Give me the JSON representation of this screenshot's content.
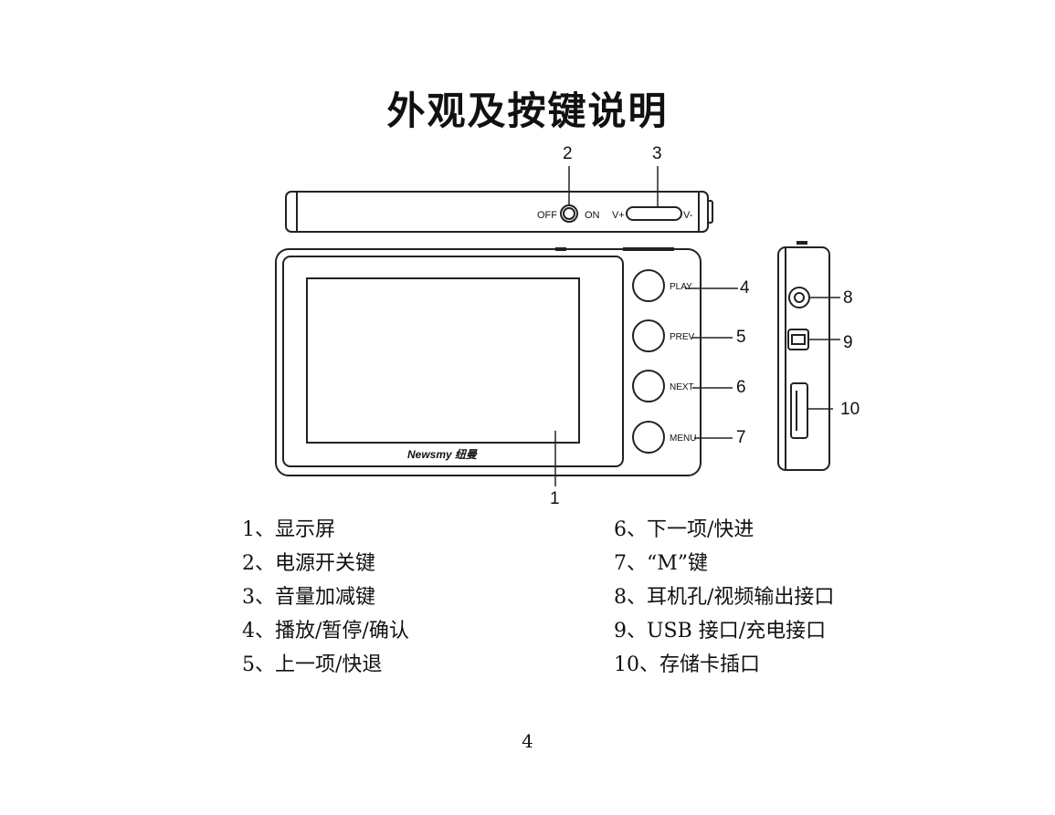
{
  "title": "外观及按键说明",
  "diagram": {
    "switch": {
      "off": "OFF",
      "on": "ON"
    },
    "volume": {
      "plus": "V+",
      "minus": "V-"
    },
    "buttons": {
      "play": "PLAY",
      "prev": "PREV",
      "next": "NEXT",
      "menu": "MENU"
    },
    "brand": "Newsmy 纽曼",
    "callouts": {
      "c1": "1",
      "c2": "2",
      "c3": "3",
      "c4": "4",
      "c5": "5",
      "c6": "6",
      "c7": "7",
      "c8": "8",
      "c9": "9",
      "c10": "10"
    }
  },
  "legend_left": [
    "1、显示屏",
    "2、电源开关键",
    "3、音量加减键",
    "4、播放/暂停/确认",
    "5、上一项/快退"
  ],
  "legend_right": [
    "6、下一项/快进",
    "7、“M”键",
    "8、耳机孔/视频输出接口",
    "9、USB 接口/充电接口",
    "10、存储卡插口"
  ],
  "page_number": "4"
}
